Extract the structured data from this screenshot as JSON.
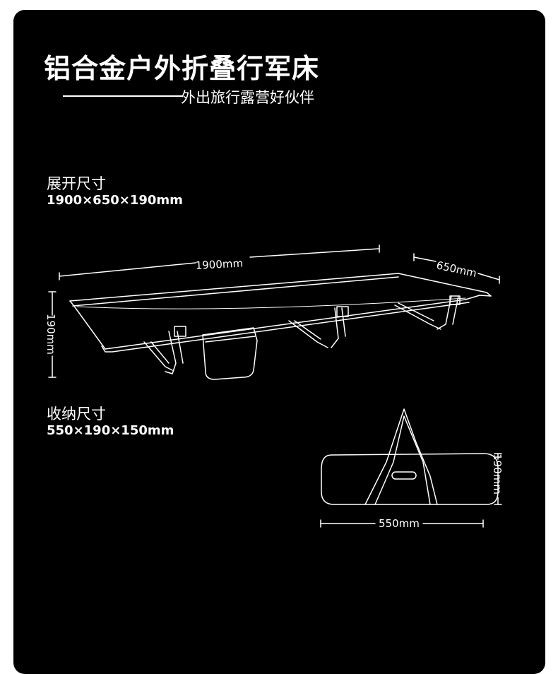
{
  "title": "铝合金户外折叠行军床",
  "subtitle": "外出旅行露营好伙伴",
  "unfolded": {
    "label": "展开尺寸",
    "dims": "1900×650×190mm",
    "length": "1900mm",
    "width": "650mm",
    "height": "190mm"
  },
  "packed": {
    "label": "收纳尺寸",
    "dims": "550×190×150mm",
    "length": "550mm",
    "height": "190mm"
  },
  "colors": {
    "background": "#000000",
    "text": "#ffffff"
  }
}
